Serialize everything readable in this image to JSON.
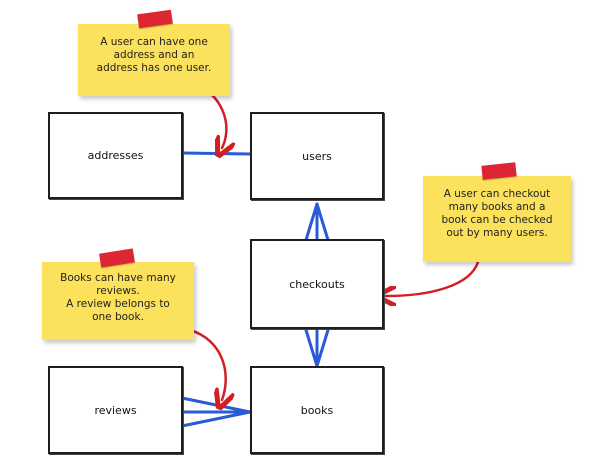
{
  "entities": {
    "addresses": "addresses",
    "users": "users",
    "checkouts": "checkouts",
    "reviews": "reviews",
    "books": "books"
  },
  "notes": {
    "user_address": [
      "A user can have one",
      "address and an",
      "address has one user."
    ],
    "checkout": [
      "A user can checkout",
      "many books and a",
      "book can be checked",
      "out by many users."
    ],
    "book_reviews": [
      "Books can have many",
      "reviews.",
      "A review belongs to",
      "one book."
    ]
  },
  "colors": {
    "note_fill": "#fbe15c",
    "tape": "#dd2633",
    "connector": "#2a5bd7",
    "arrow": "#d11f24",
    "box_border": "#1e1e1e"
  }
}
